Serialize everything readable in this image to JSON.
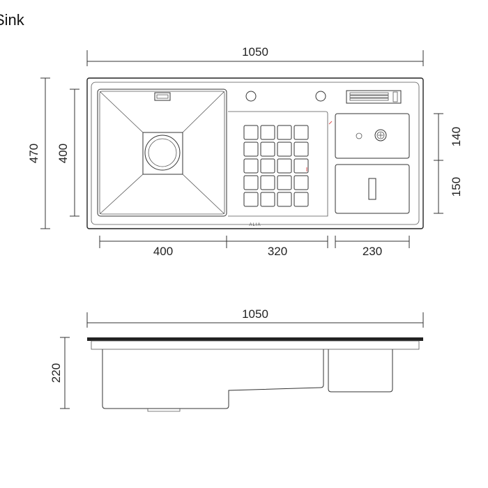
{
  "title": "Sink",
  "brand": "ALIA",
  "top_view": {
    "overall_width": "1050",
    "overall_depth": "470",
    "basin_depth": "400",
    "basin_width": "400",
    "drainboard_width": "320",
    "side_width": "230",
    "upper_tray_depth": "140",
    "lower_tray_depth": "150"
  },
  "side_view": {
    "overall_width": "1050",
    "height": "220"
  },
  "colors": {
    "line": "#333333",
    "accent": "#e05050"
  }
}
